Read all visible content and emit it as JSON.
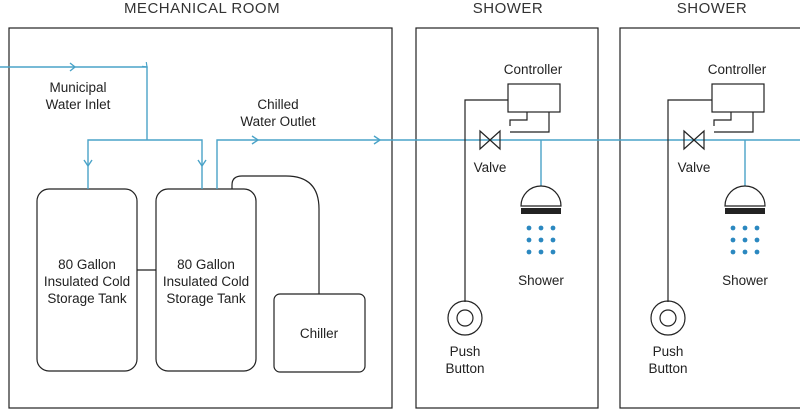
{
  "rooms": {
    "mechanical": "MECHANICAL ROOM",
    "shower1": "SHOWER",
    "shower2": "SHOWER"
  },
  "labels": {
    "inlet_line1": "Municipal",
    "inlet_line2": "Water Inlet",
    "outlet_line1": "Chilled",
    "outlet_line2": "Water Outlet",
    "tank1_line1": "80 Gallon",
    "tank1_line2": "Insulated Cold",
    "tank1_line3": "Storage Tank",
    "tank2_line1": "80 Gallon",
    "tank2_line2": "Insulated Cold",
    "tank2_line3": "Storage Tank",
    "chiller": "Chiller",
    "controller1": "Controller",
    "valve1": "Valve",
    "shower1": "Shower",
    "push1_line1": "Push",
    "push1_line2": "Button",
    "controller2": "Controller",
    "valve2": "Valve",
    "shower2": "Shower",
    "push2_line1": "Push",
    "push2_line2": "Button"
  },
  "colors": {
    "pipe": "#4aa3c8",
    "line": "#222222",
    "drop": "#2b88c0"
  }
}
